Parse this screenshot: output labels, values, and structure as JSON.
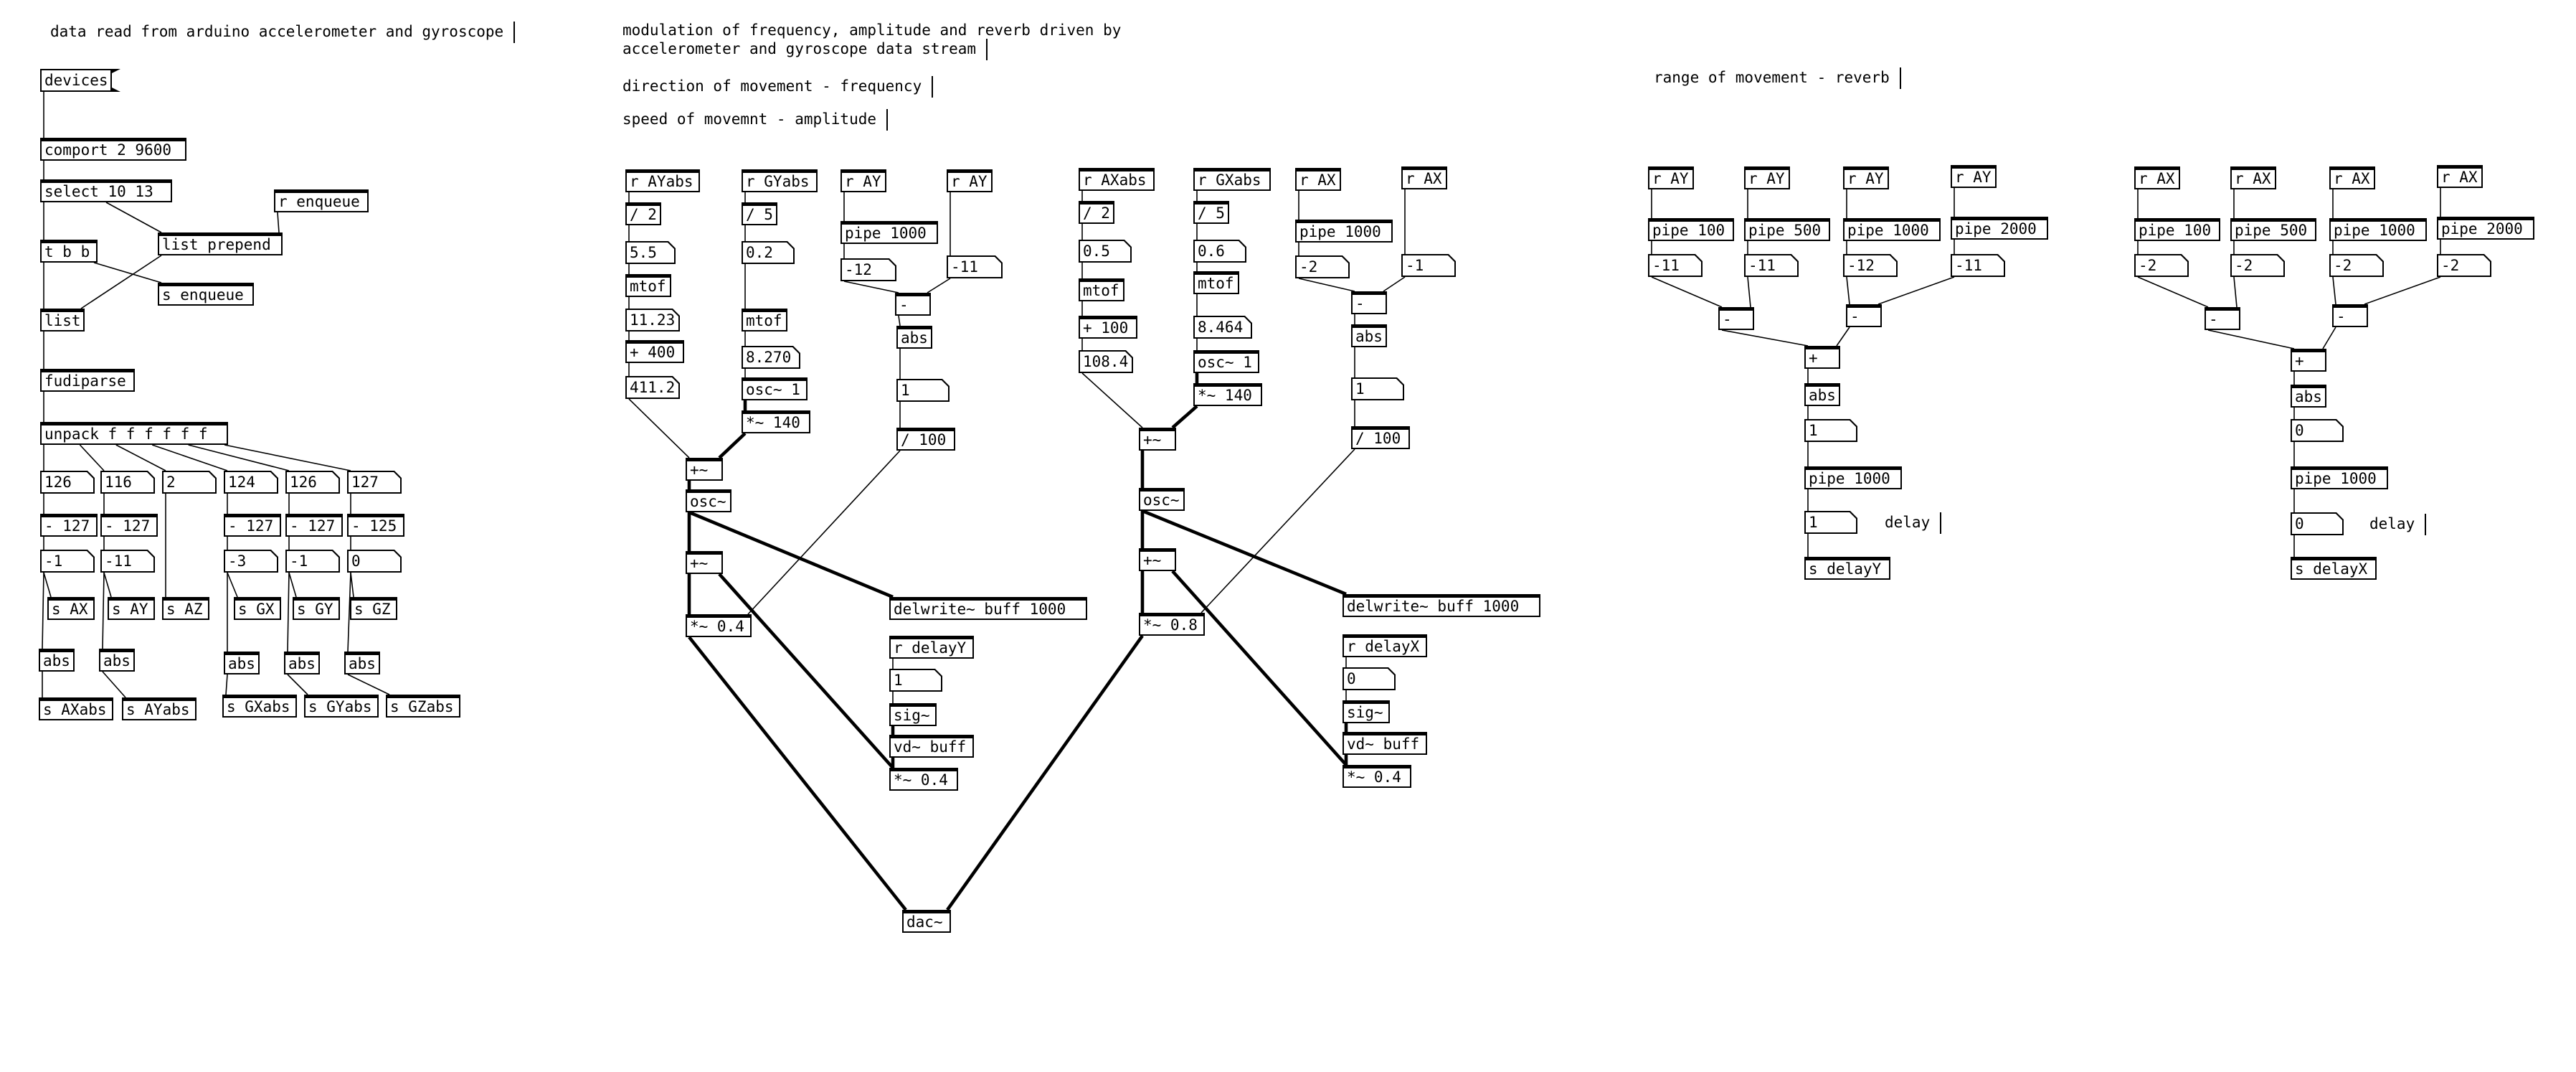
{
  "canvas": {
    "comments": [
      {
        "id": "c_arduino",
        "text": "data read from arduino accelerometer and gyroscope"
      },
      {
        "id": "c_modulation",
        "text": "modulation of frequency, amplitude and reverb driven by\naccelerometer and gyroscope data stream"
      },
      {
        "id": "c_direction",
        "text": "direction of movement - frequency"
      },
      {
        "id": "c_speed",
        "text": "speed of movemnt - amplitude"
      },
      {
        "id": "c_range",
        "text": "range of movement - reverb"
      },
      {
        "id": "c_delay1",
        "text": "delay"
      },
      {
        "id": "c_delay2",
        "text": "delay"
      }
    ],
    "boxes": [
      {
        "id": "devices",
        "kind": "msg",
        "text": "devices"
      },
      {
        "id": "comport",
        "kind": "obj",
        "text": "comport 2 9600"
      },
      {
        "id": "select",
        "kind": "obj",
        "text": "select 10 13"
      },
      {
        "id": "renq",
        "kind": "obj",
        "text": "r enqueue"
      },
      {
        "id": "tbb",
        "kind": "obj",
        "text": "t b b"
      },
      {
        "id": "lprep",
        "kind": "obj",
        "text": "list prepend"
      },
      {
        "id": "senq",
        "kind": "obj",
        "text": "s enqueue"
      },
      {
        "id": "list",
        "kind": "obj",
        "text": "list"
      },
      {
        "id": "fudi",
        "kind": "obj",
        "text": "fudiparse"
      },
      {
        "id": "unpack",
        "kind": "obj",
        "text": "unpack f f f f f f"
      },
      {
        "id": "n1",
        "kind": "atom",
        "text": "126"
      },
      {
        "id": "n2",
        "kind": "atom",
        "text": "116"
      },
      {
        "id": "n3",
        "kind": "atom",
        "text": "2"
      },
      {
        "id": "n4",
        "kind": "atom",
        "text": "124"
      },
      {
        "id": "n5",
        "kind": "atom",
        "text": "126"
      },
      {
        "id": "n6",
        "kind": "atom",
        "text": "127"
      },
      {
        "id": "m1",
        "kind": "obj",
        "text": "- 127"
      },
      {
        "id": "m2",
        "kind": "obj",
        "text": "- 127"
      },
      {
        "id": "m4",
        "kind": "obj",
        "text": "- 127"
      },
      {
        "id": "m5",
        "kind": "obj",
        "text": "- 127"
      },
      {
        "id": "m6",
        "kind": "obj",
        "text": "- 125"
      },
      {
        "id": "o1",
        "kind": "atom",
        "text": "-1"
      },
      {
        "id": "o2",
        "kind": "atom",
        "text": "-11"
      },
      {
        "id": "o4",
        "kind": "atom",
        "text": "-3"
      },
      {
        "id": "o5",
        "kind": "atom",
        "text": "-1"
      },
      {
        "id": "o6",
        "kind": "atom",
        "text": "0"
      },
      {
        "id": "sAX",
        "kind": "obj",
        "text": "s AX"
      },
      {
        "id": "sAY",
        "kind": "obj",
        "text": "s AY"
      },
      {
        "id": "sAZ",
        "kind": "obj",
        "text": "s AZ"
      },
      {
        "id": "sGX",
        "kind": "obj",
        "text": "s GX"
      },
      {
        "id": "sGY",
        "kind": "obj",
        "text": "s GY"
      },
      {
        "id": "sGZ",
        "kind": "obj",
        "text": "s GZ"
      },
      {
        "id": "abs1",
        "kind": "obj",
        "text": "abs"
      },
      {
        "id": "abs2",
        "kind": "obj",
        "text": "abs"
      },
      {
        "id": "abs4",
        "kind": "obj",
        "text": "abs"
      },
      {
        "id": "abs5",
        "kind": "obj",
        "text": "abs"
      },
      {
        "id": "abs6",
        "kind": "obj",
        "text": "abs"
      },
      {
        "id": "sAXabs",
        "kind": "obj",
        "text": "s AXabs"
      },
      {
        "id": "sAYabs",
        "kind": "obj",
        "text": "s AYabs"
      },
      {
        "id": "sGXabs",
        "kind": "obj",
        "text": "s GXabs"
      },
      {
        "id": "sGYabs",
        "kind": "obj",
        "text": "s GYabs"
      },
      {
        "id": "sGZabs",
        "kind": "obj",
        "text": "s GZabs"
      },
      {
        "id": "rAYabs",
        "kind": "obj",
        "text": "r AYabs"
      },
      {
        "id": "div2a",
        "kind": "obj",
        "text": "/ 2"
      },
      {
        "id": "a55",
        "kind": "atom",
        "text": "5.5"
      },
      {
        "id": "mtofA",
        "kind": "obj",
        "text": "mtof"
      },
      {
        "id": "a1123",
        "kind": "atom",
        "text": "11.23"
      },
      {
        "id": "p400",
        "kind": "obj",
        "text": "+ 400"
      },
      {
        "id": "a4112",
        "kind": "atom",
        "text": "411.2"
      },
      {
        "id": "rGYabs",
        "kind": "obj",
        "text": "r GYabs"
      },
      {
        "id": "div5a",
        "kind": "obj",
        "text": "/ 5"
      },
      {
        "id": "a02",
        "kind": "atom",
        "text": "0.2"
      },
      {
        "id": "mtofB",
        "kind": "obj",
        "text": "mtof"
      },
      {
        "id": "a8270",
        "kind": "atom",
        "text": "8.270"
      },
      {
        "id": "osc1a",
        "kind": "obj",
        "text": "osc~ 1"
      },
      {
        "id": "mul140a",
        "kind": "obj",
        "text": "*~ 140"
      },
      {
        "id": "rAY1",
        "kind": "obj",
        "text": "r AY"
      },
      {
        "id": "rAY2",
        "kind": "obj",
        "text": "r AY"
      },
      {
        "id": "pipeA",
        "kind": "obj",
        "text": "pipe 1000"
      },
      {
        "id": "am12",
        "kind": "atom",
        "text": "-12"
      },
      {
        "id": "am11",
        "kind": "atom",
        "text": "-11"
      },
      {
        "id": "minusA",
        "kind": "obj",
        "text": "-"
      },
      {
        "id": "absA",
        "kind": "obj",
        "text": "abs"
      },
      {
        "id": "a1A",
        "kind": "atom",
        "text": "1"
      },
      {
        "id": "div100A",
        "kind": "obj",
        "text": "/ 100"
      },
      {
        "id": "plusTA",
        "kind": "obj",
        "text": "+~"
      },
      {
        "id": "oscA",
        "kind": "obj",
        "text": "osc~"
      },
      {
        "id": "plusTA2",
        "kind": "obj",
        "text": "+~"
      },
      {
        "id": "mul04",
        "kind": "obj",
        "text": "*~ 0.4"
      },
      {
        "id": "dwA",
        "kind": "obj",
        "text": "delwrite~ buff 1000"
      },
      {
        "id": "rdelY",
        "kind": "obj",
        "text": "r delayY"
      },
      {
        "id": "a1dA",
        "kind": "atom",
        "text": "1"
      },
      {
        "id": "sigA",
        "kind": "obj",
        "text": "sig~"
      },
      {
        "id": "vdA",
        "kind": "obj",
        "text": "vd~ buff"
      },
      {
        "id": "mul04b",
        "kind": "obj",
        "text": "*~ 0.4"
      },
      {
        "id": "dac",
        "kind": "obj",
        "text": "dac~"
      },
      {
        "id": "rAXabs",
        "kind": "obj",
        "text": "r AXabs"
      },
      {
        "id": "div2b",
        "kind": "obj",
        "text": "/ 2"
      },
      {
        "id": "a05",
        "kind": "atom",
        "text": "0.5"
      },
      {
        "id": "mtofC",
        "kind": "obj",
        "text": "mtof"
      },
      {
        "id": "p100",
        "kind": "obj",
        "text": "+ 100"
      },
      {
        "id": "a1084",
        "kind": "atom",
        "text": "108.4"
      },
      {
        "id": "rGXabs",
        "kind": "obj",
        "text": "r GXabs"
      },
      {
        "id": "div5b",
        "kind": "obj",
        "text": "/ 5"
      },
      {
        "id": "a06",
        "kind": "atom",
        "text": "0.6"
      },
      {
        "id": "mtofD",
        "kind": "obj",
        "text": "mtof"
      },
      {
        "id": "a8464",
        "kind": "atom",
        "text": "8.464"
      },
      {
        "id": "osc1b",
        "kind": "obj",
        "text": "osc~ 1"
      },
      {
        "id": "mul140b",
        "kind": "obj",
        "text": "*~ 140"
      },
      {
        "id": "rAX1",
        "kind": "obj",
        "text": "r AX"
      },
      {
        "id": "rAX2",
        "kind": "obj",
        "text": "r AX"
      },
      {
        "id": "pipeB",
        "kind": "obj",
        "text": "pipe 1000"
      },
      {
        "id": "bm2",
        "kind": "atom",
        "text": "-2"
      },
      {
        "id": "bm1",
        "kind": "atom",
        "text": "-1"
      },
      {
        "id": "minusB",
        "kind": "obj",
        "text": "-"
      },
      {
        "id": "absB",
        "kind": "obj",
        "text": "abs"
      },
      {
        "id": "a1B",
        "kind": "atom",
        "text": "1"
      },
      {
        "id": "div100B",
        "kind": "obj",
        "text": "/ 100"
      },
      {
        "id": "plusTB",
        "kind": "obj",
        "text": "+~"
      },
      {
        "id": "oscB",
        "kind": "obj",
        "text": "osc~"
      },
      {
        "id": "plusTB2",
        "kind": "obj",
        "text": "+~"
      },
      {
        "id": "mul08",
        "kind": "obj",
        "text": "*~ 0.8"
      },
      {
        "id": "dwB",
        "kind": "obj",
        "text": "delwrite~ buff 1000"
      },
      {
        "id": "rdelX",
        "kind": "obj",
        "text": "r delayX"
      },
      {
        "id": "a0dB",
        "kind": "atom",
        "text": "0"
      },
      {
        "id": "sigB",
        "kind": "obj",
        "text": "sig~"
      },
      {
        "id": "vdB",
        "kind": "obj",
        "text": "vd~ buff"
      },
      {
        "id": "mul04c",
        "kind": "obj",
        "text": "*~ 0.4"
      },
      {
        "id": "ry1",
        "kind": "obj",
        "text": "r AY"
      },
      {
        "id": "ry2",
        "kind": "obj",
        "text": "r AY"
      },
      {
        "id": "ry3",
        "kind": "obj",
        "text": "r AY"
      },
      {
        "id": "ry4",
        "kind": "obj",
        "text": "r AY"
      },
      {
        "id": "py1",
        "kind": "obj",
        "text": "pipe 100"
      },
      {
        "id": "py2",
        "kind": "obj",
        "text": "pipe 500"
      },
      {
        "id": "py3",
        "kind": "obj",
        "text": "pipe 1000"
      },
      {
        "id": "py4",
        "kind": "obj",
        "text": "pipe 2000"
      },
      {
        "id": "ny1",
        "kind": "atom",
        "text": "-11"
      },
      {
        "id": "ny2",
        "kind": "atom",
        "text": "-11"
      },
      {
        "id": "ny3",
        "kind": "atom",
        "text": "-12"
      },
      {
        "id": "ny4",
        "kind": "atom",
        "text": "-11"
      },
      {
        "id": "subY1",
        "kind": "obj",
        "text": "-"
      },
      {
        "id": "subY2",
        "kind": "obj",
        "text": "-"
      },
      {
        "id": "addY",
        "kind": "obj",
        "text": "+"
      },
      {
        "id": "absY",
        "kind": "obj",
        "text": "abs"
      },
      {
        "id": "aY1",
        "kind": "atom",
        "text": "1"
      },
      {
        "id": "pipeY",
        "kind": "obj",
        "text": "pipe 1000"
      },
      {
        "id": "aY2",
        "kind": "atom",
        "text": "1"
      },
      {
        "id": "sdelY",
        "kind": "obj",
        "text": "s delayY"
      },
      {
        "id": "rx1",
        "kind": "obj",
        "text": "r AX"
      },
      {
        "id": "rx2",
        "kind": "obj",
        "text": "r AX"
      },
      {
        "id": "rx3",
        "kind": "obj",
        "text": "r AX"
      },
      {
        "id": "rx4",
        "kind": "obj",
        "text": "r AX"
      },
      {
        "id": "px1",
        "kind": "obj",
        "text": "pipe 100"
      },
      {
        "id": "px2",
        "kind": "obj",
        "text": "pipe 500"
      },
      {
        "id": "px3",
        "kind": "obj",
        "text": "pipe 1000"
      },
      {
        "id": "px4",
        "kind": "obj",
        "text": "pipe 2000"
      },
      {
        "id": "nx1",
        "kind": "atom",
        "text": "-2"
      },
      {
        "id": "nx2",
        "kind": "atom",
        "text": "-2"
      },
      {
        "id": "nx3",
        "kind": "atom",
        "text": "-2"
      },
      {
        "id": "nx4",
        "kind": "atom",
        "text": "-2"
      },
      {
        "id": "subX1",
        "kind": "obj",
        "text": "-"
      },
      {
        "id": "subX2",
        "kind": "obj",
        "text": "-"
      },
      {
        "id": "addX",
        "kind": "obj",
        "text": "+"
      },
      {
        "id": "absX",
        "kind": "obj",
        "text": "abs"
      },
      {
        "id": "aX1",
        "kind": "atom",
        "text": "0"
      },
      {
        "id": "pipeX",
        "kind": "obj",
        "text": "pipe 1000"
      },
      {
        "id": "aX2",
        "kind": "atom",
        "text": "0"
      },
      {
        "id": "sdelX",
        "kind": "obj",
        "text": "s delayX"
      }
    ]
  }
}
